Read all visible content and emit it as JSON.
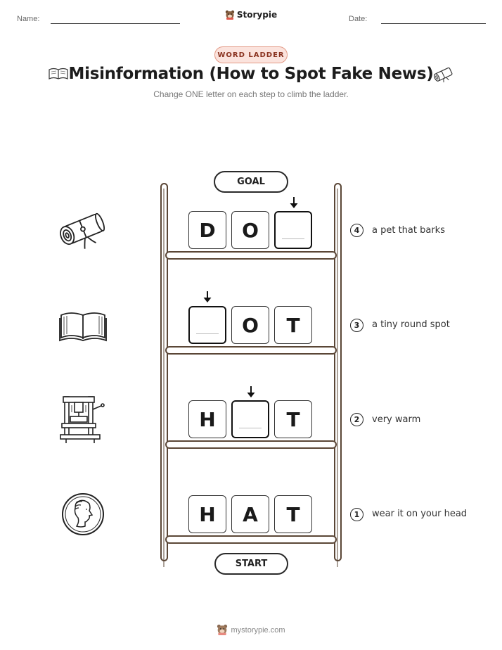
{
  "header": {
    "name_label": "Name:",
    "brand": "Storypie",
    "date_label": "Date:"
  },
  "worksheet": {
    "tag": "WORD LADDER",
    "title": "Misinformation (How to Spot Fake News)",
    "subtitle": "Change ONE letter on each step to climb the ladder."
  },
  "ladder": {
    "goal_label": "GOAL",
    "start_label": "START",
    "rungs": [
      {
        "step": "4",
        "letters": [
          "D",
          "O",
          ""
        ],
        "clue": "a pet that barks",
        "icon": "scroll-icon"
      },
      {
        "step": "3",
        "letters": [
          "",
          "O",
          "T"
        ],
        "clue": "a tiny round spot",
        "icon": "open-book-icon"
      },
      {
        "step": "2",
        "letters": [
          "H",
          "",
          "T"
        ],
        "clue": "very warm",
        "icon": "printing-press-icon"
      },
      {
        "step": "1",
        "letters": [
          "H",
          "A",
          "T"
        ],
        "clue": "wear it on your head",
        "icon": "coin-portrait-icon"
      }
    ]
  },
  "footer": {
    "site": "mystorypie.com"
  }
}
